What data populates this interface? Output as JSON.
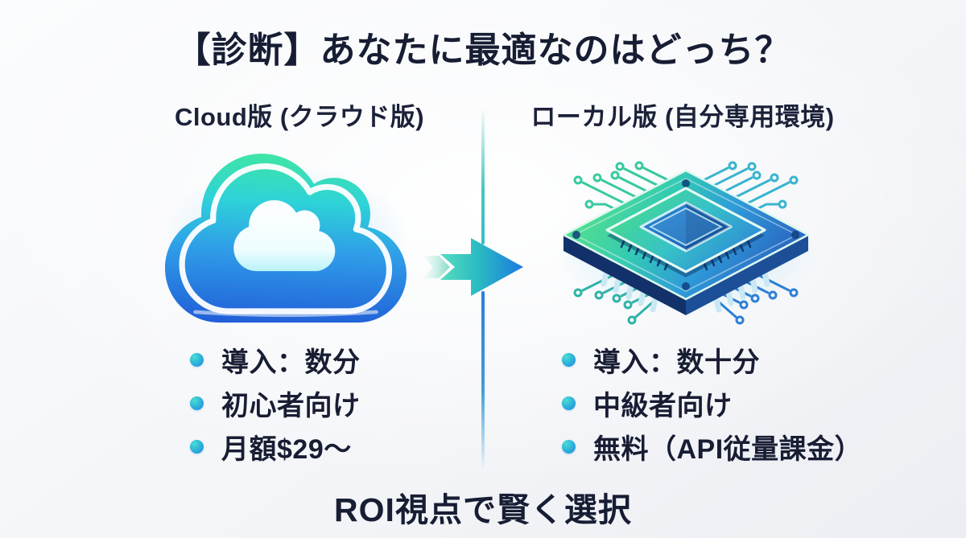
{
  "title": "【診断】あなたに最適なのはどっち？",
  "columns": {
    "left": {
      "header": "Cloud版 (クラウド版)",
      "icon": "cloud-icon",
      "bullets": [
        "導入：数分",
        "初心者向け",
        "月額$29〜"
      ]
    },
    "right": {
      "header": "ローカル版 (自分専用環境)",
      "icon": "cpu-chip-icon",
      "bullets": [
        "導入：数十分",
        "中級者向け",
        "無料（API従量課金）"
      ]
    }
  },
  "divider": {
    "icon": "arrow-right-icon"
  },
  "footer": "ROI視点で賢く選択",
  "colors": {
    "text_navy": "#171d33",
    "accent_green": "#3fe0a0",
    "accent_teal": "#2ec9b5",
    "accent_blue": "#1e7ce0",
    "background_light": "#f2f4f7"
  }
}
